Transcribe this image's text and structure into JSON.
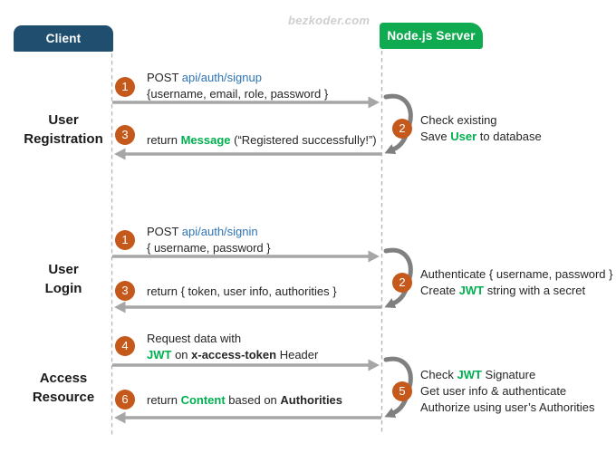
{
  "watermark": "bezkoder.com",
  "actors": {
    "client": "Client",
    "server": "Node.js Server"
  },
  "colors": {
    "client_box": "#1F4E6E",
    "server_box": "#10AB50",
    "step_circle": "#C4591B",
    "api_link_blue": "#2E75B6",
    "accent_green": "#00B050",
    "arrow_gray": "#A6A6A6",
    "loop_arrow_gray": "#808080",
    "lifeline_gray": "#B3B3B3"
  },
  "sections": {
    "registration": {
      "label_line1": "User",
      "label_line2": "Registration",
      "step_request": "1",
      "step_server": "2",
      "step_response": "3",
      "request_method": "POST ",
      "request_path": "api/auth/signup",
      "request_body": "{username, email, role, password }",
      "server_line1": "Check existing",
      "server_line2_a": "Save ",
      "server_line2_b": "User",
      "server_line2_c": " to database",
      "response_a": "return ",
      "response_b": "Message",
      "response_c": " (“Registered successfully!”)"
    },
    "login": {
      "label_line1": "User",
      "label_line2": "Login",
      "step_request": "1",
      "step_server": "2",
      "step_response": "3",
      "request_method": "POST ",
      "request_path": "api/auth/signin",
      "request_body": "{ username, password }",
      "server_line1": "Authenticate { username, password }",
      "server_line2_a": "Create ",
      "server_line2_b": "JWT",
      "server_line2_c": " string with a secret",
      "response_a": "return { token, user info, authorities }"
    },
    "access": {
      "label_line1": "Access",
      "label_line2": "Resource",
      "step_request": "4",
      "step_server": "5",
      "step_response": "6",
      "request_line1": "Request data with",
      "request_line2_a": "JWT",
      "request_line2_b": " on ",
      "request_line2_c": "x-access-token",
      "request_line2_d": " Header",
      "server_line1_a": "Check ",
      "server_line1_b": "JWT",
      "server_line1_c": " Signature",
      "server_line2": "Get user info & authenticate",
      "server_line3": "Authorize using user’s Authorities",
      "response_a": "return ",
      "response_b": "Content",
      "response_c": " based on ",
      "response_d": "Authorities"
    }
  }
}
